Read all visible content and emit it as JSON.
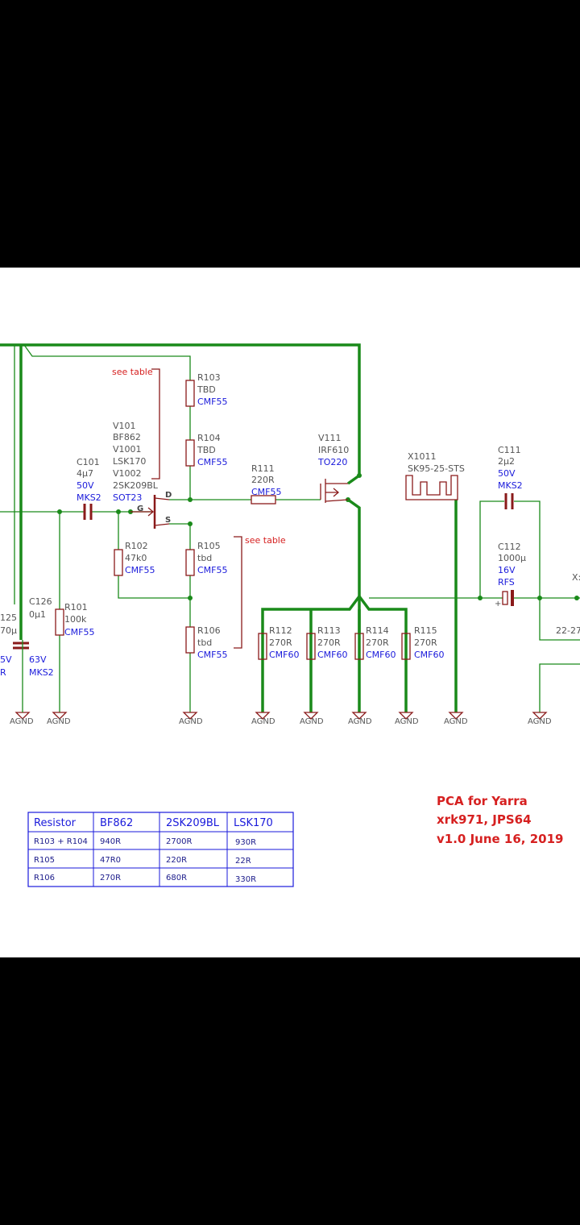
{
  "labels": {
    "see_table_1": "see table",
    "see_table_2": "see table",
    "r103": {
      "ref": "R103",
      "val": "TBD",
      "pkg": "CMF55"
    },
    "r104": {
      "ref": "R104",
      "val": "TBD",
      "pkg": "CMF55"
    },
    "v101": {
      "lines": [
        "V101",
        "BF862",
        "V1001",
        "LSK170",
        "V1002",
        "2SK209BL"
      ],
      "pkg": "SOT23"
    },
    "jfet_pins": {
      "d": "D",
      "g": "G",
      "s": "S"
    },
    "c101": {
      "ref": "C101",
      "val": "4µ7",
      "volt": "50V",
      "pkg": "MKS2"
    },
    "r111": {
      "ref": "R111",
      "val": "220R",
      "pkg": "CMF55"
    },
    "v111": {
      "ref": "V111",
      "val": "IRF610",
      "pkg": "TO220"
    },
    "x1011": {
      "ref": "X1011",
      "val": "SK95-25-STS"
    },
    "c111": {
      "ref": "C111",
      "val": "2µ2",
      "volt": "50V",
      "pkg": "MKS2"
    },
    "c112": {
      "ref": "C112",
      "val": "1000µ",
      "volt": "16V",
      "pkg": "RFS"
    },
    "r102": {
      "ref": "R102",
      "val": "47k0",
      "pkg": "CMF55"
    },
    "r105": {
      "ref": "R105",
      "val": "tbd",
      "pkg": "CMF55"
    },
    "r106": {
      "ref": "R106",
      "val": "tbd",
      "pkg": "CMF55"
    },
    "r112": {
      "ref": "R112",
      "val": "270R",
      "pkg": "CMF60"
    },
    "r113": {
      "ref": "R113",
      "val": "270R",
      "pkg": "CMF60"
    },
    "r114": {
      "ref": "R114",
      "val": "270R",
      "pkg": "CMF60"
    },
    "r115": {
      "ref": "R115",
      "val": "270R",
      "pkg": "CMF60"
    },
    "c125": {
      "ref": "125",
      "val": "70µ",
      "volt": "5V",
      "pkg": "R"
    },
    "c126": {
      "ref": "C126",
      "val": "0µ1",
      "volt": "63V",
      "pkg": "MKS2"
    },
    "r101": {
      "ref": "R101",
      "val": "100k",
      "pkg": "CMF55"
    },
    "x1_cut": "X:",
    "range_cut": "22-27",
    "plus": "+",
    "agnd": "AGND"
  },
  "table": {
    "headers": [
      "Resistor",
      "BF862",
      "2SK209BL",
      "LSK170"
    ],
    "rows": [
      [
        "R103 + R104",
        "940R",
        "2700R",
        "930R"
      ],
      [
        "R105",
        "47R0",
        "220R",
        "22R"
      ],
      [
        "R106",
        "270R",
        "680R",
        "330R"
      ]
    ]
  },
  "title_block": {
    "line1": "PCA for Yarra",
    "line2": "xrk971, JPS64",
    "line3": "v1.0   June 16, 2019"
  },
  "colors": {
    "wire": "#1a8a1a",
    "component": "#8a1a1a",
    "value_text": "#1a1adb",
    "note_text": "#d62020",
    "ref_text": "#555555",
    "background": "#ffffff",
    "letterbox": "#000000"
  }
}
